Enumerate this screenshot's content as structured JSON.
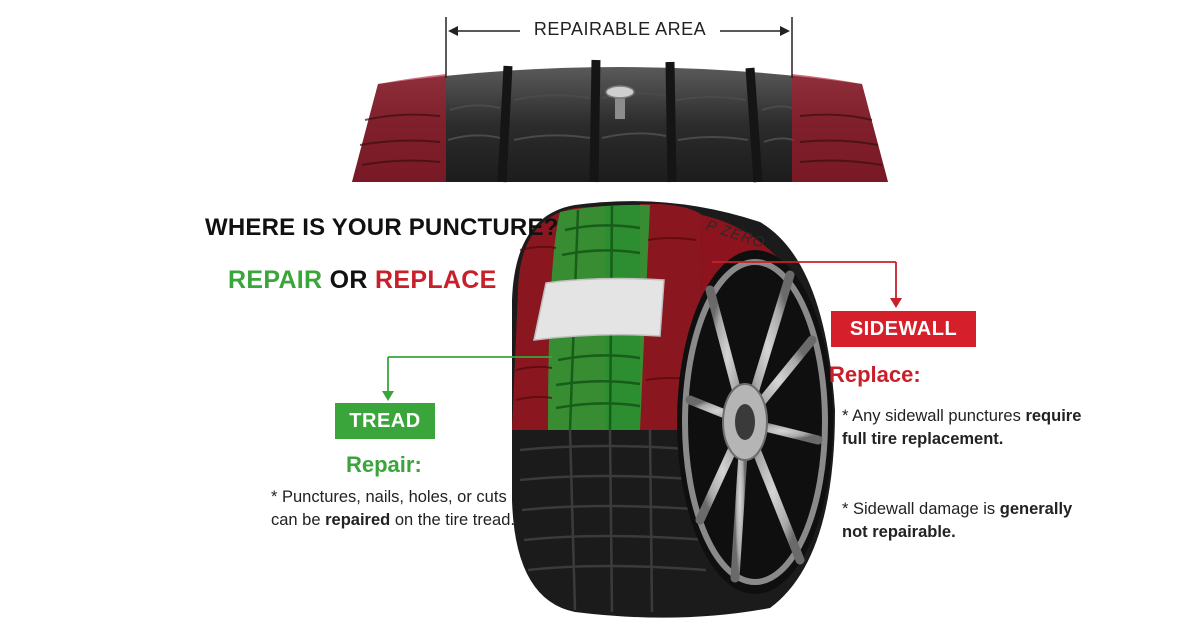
{
  "header": {
    "area_label": "REPAIRABLE AREA"
  },
  "headline": "WHERE IS YOUR PUNCTURE?",
  "subhead": {
    "repair": "REPAIR",
    "or": "OR",
    "replace": "REPLACE"
  },
  "tire_brand": "P ZERO",
  "tread": {
    "badge": "TREAD",
    "action": "Repair:",
    "note_start": "* Punctures, nails, holes, or cuts can be ",
    "note_bold": "repaired",
    "note_end": " on the tire tread."
  },
  "sidewall": {
    "badge": "SIDEWALL",
    "action": "Replace:",
    "note1_start": "* Any sidewall punctures ",
    "note1_bold": "require full tire replacement.",
    "note2_start": "* Sidewall damage is ",
    "note2_bold": "generally not repairable."
  },
  "colors": {
    "repair_green": "#3aa53a",
    "replace_red": "#c8202a",
    "badge_red": "#d51f2b"
  }
}
